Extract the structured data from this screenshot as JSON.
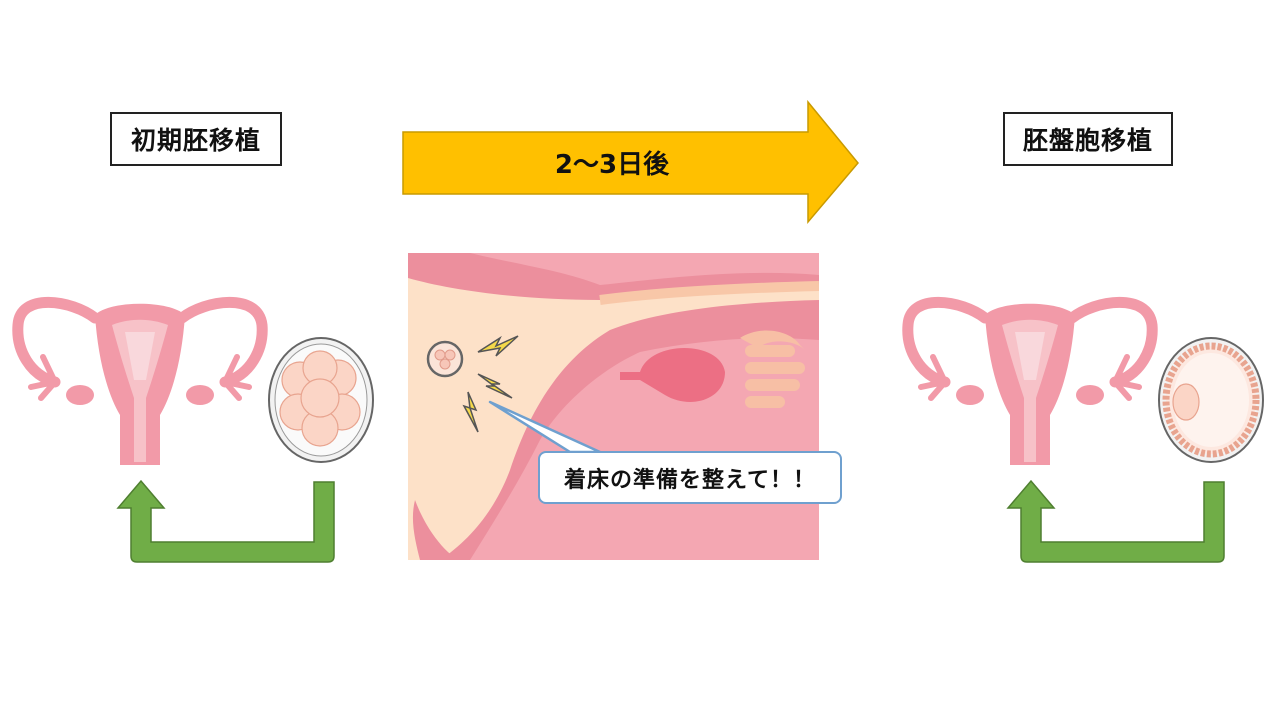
{
  "labels": {
    "left": "初期胚移植",
    "right": "胚盤胞移植"
  },
  "timeline_arrow": {
    "text": "2～3日後",
    "color": "#ffc000"
  },
  "callout": {
    "text": "着床の準備を整えて！！"
  },
  "colors": {
    "uterus_pink": "#f29aa8",
    "uterus_light": "#f7c2c8",
    "green_arrow": "#70ad47",
    "callout_border": "#6fa0cf",
    "lightning": "#f5d94a"
  },
  "icons": [
    "uterus-left-icon",
    "early-embryo-icon",
    "uterus-closeup-icon",
    "blastocyst-icon",
    "uterus-right-icon"
  ]
}
